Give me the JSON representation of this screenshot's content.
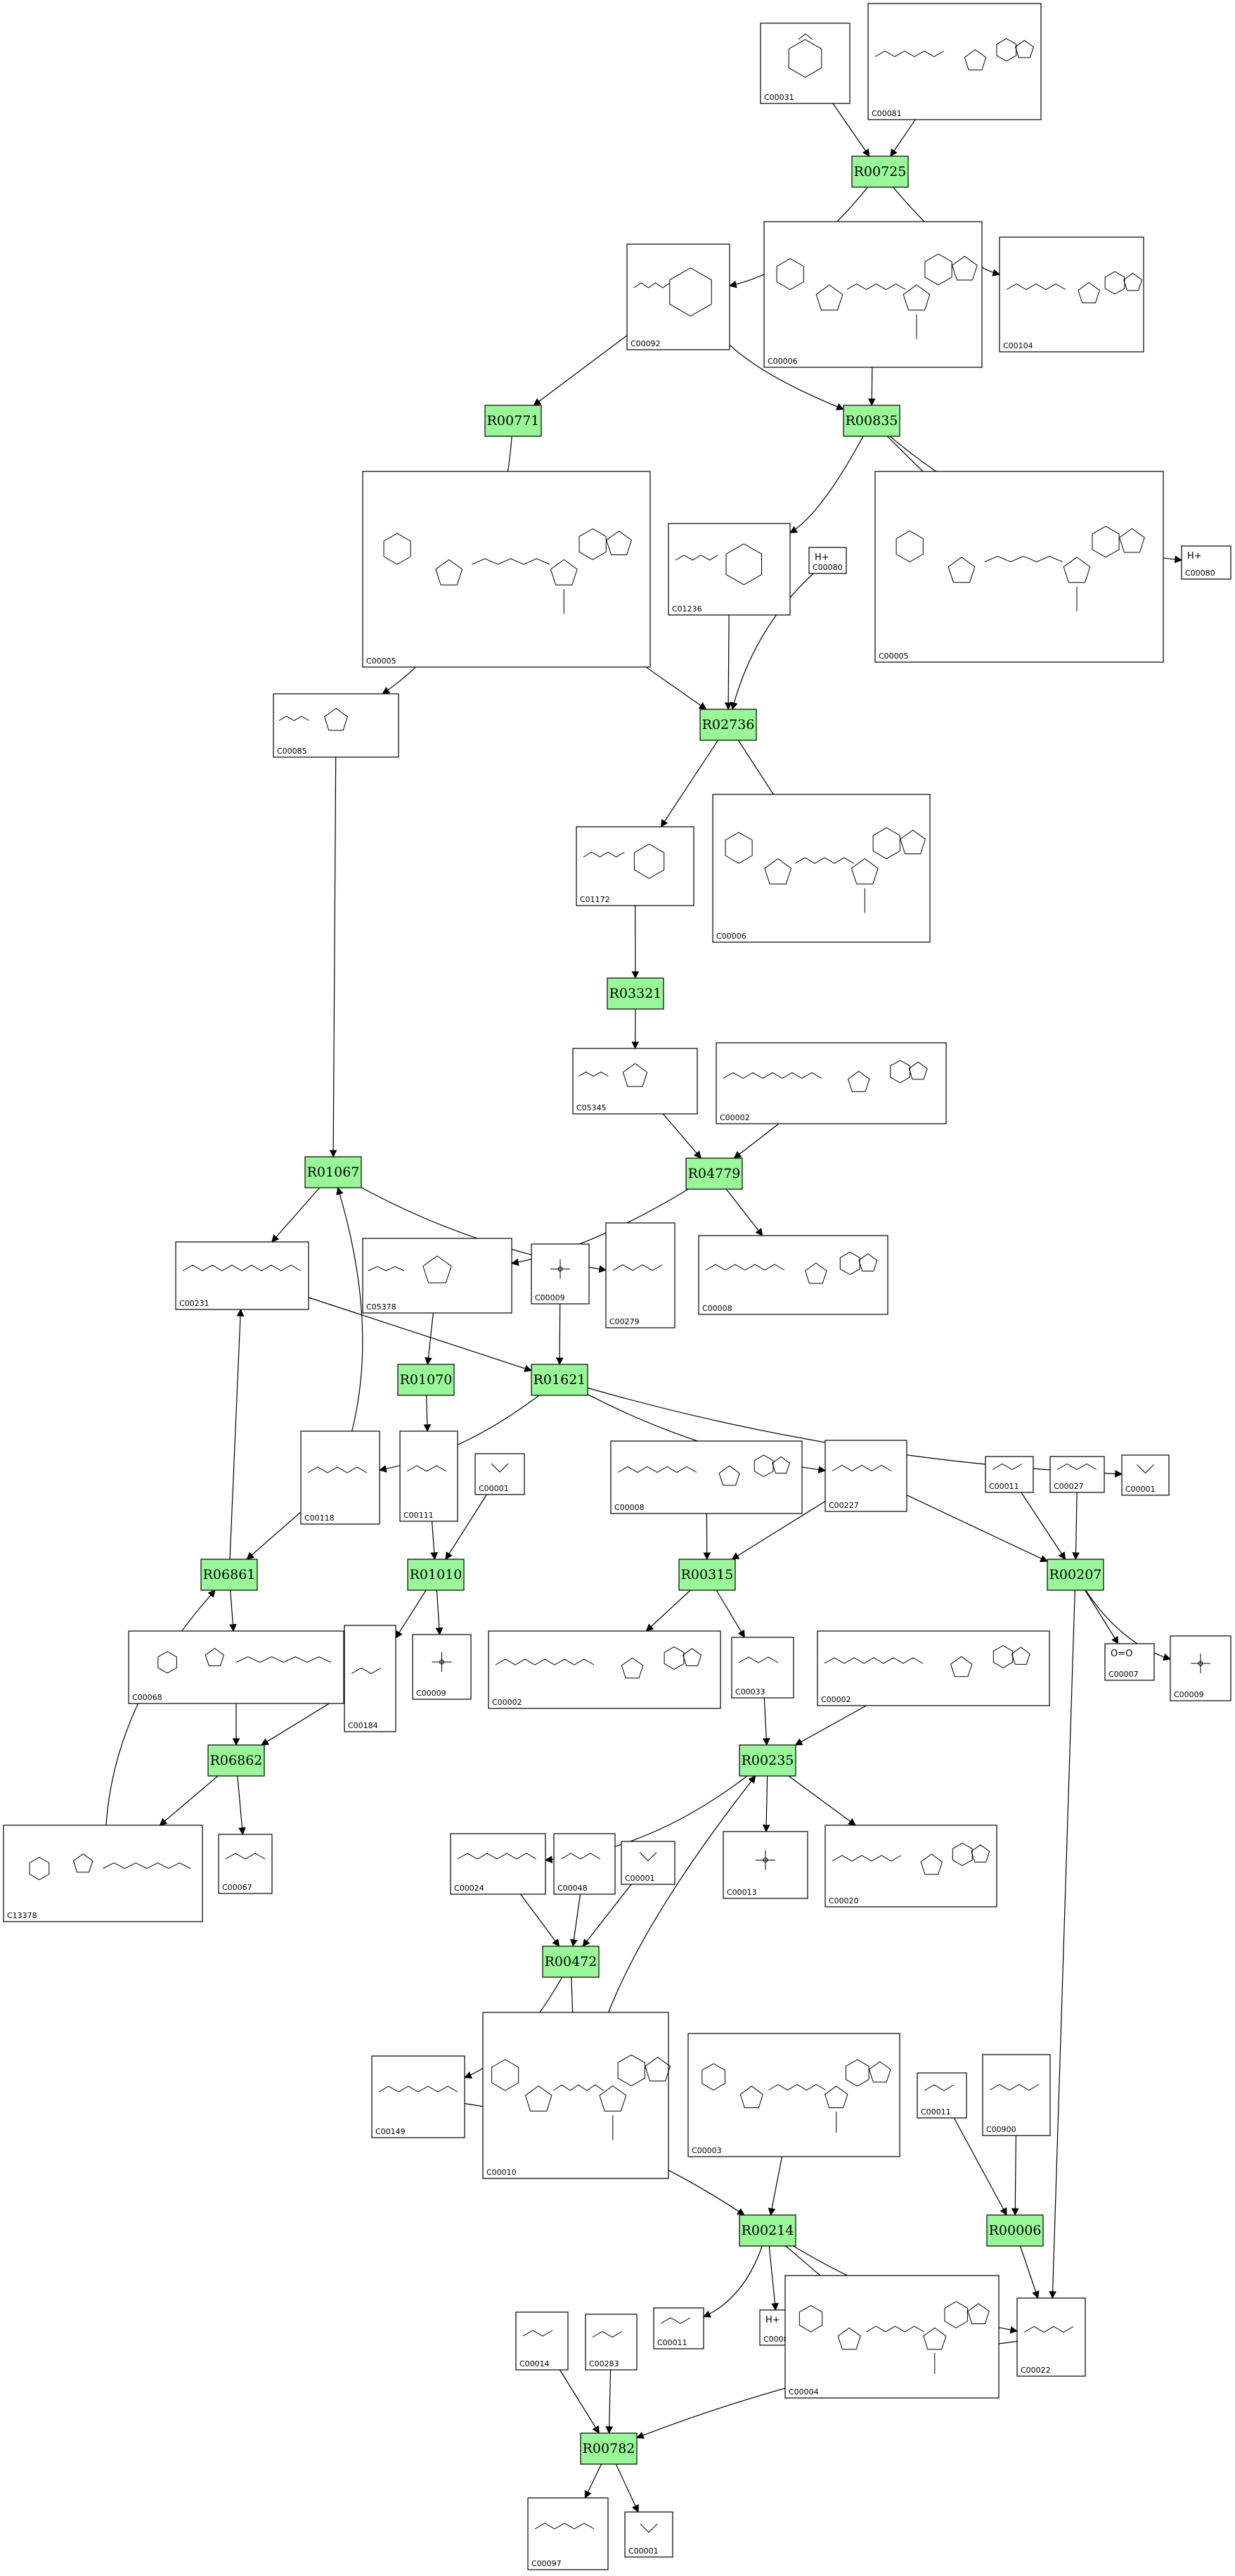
{
  "reactions": [
    {
      "id": "R00725"
    },
    {
      "id": "R00771"
    },
    {
      "id": "R00835"
    },
    {
      "id": "R02736"
    },
    {
      "id": "R03321"
    },
    {
      "id": "R01067"
    },
    {
      "id": "R04779"
    },
    {
      "id": "R01070"
    },
    {
      "id": "R01621"
    },
    {
      "id": "R06861"
    },
    {
      "id": "R01010"
    },
    {
      "id": "R00315"
    },
    {
      "id": "R00207"
    },
    {
      "id": "R06862"
    },
    {
      "id": "R00235"
    },
    {
      "id": "R00472"
    },
    {
      "id": "R00214"
    },
    {
      "id": "R00006"
    },
    {
      "id": "R00782"
    }
  ],
  "compounds": [
    {
      "key": "c00031_top",
      "id": "C00031"
    },
    {
      "key": "c00081_top",
      "id": "C00081"
    },
    {
      "key": "c00092",
      "id": "C00092"
    },
    {
      "key": "c00006_a",
      "id": "C00006"
    },
    {
      "key": "c00104",
      "id": "C00104"
    },
    {
      "key": "c00005_left",
      "id": "C00005"
    },
    {
      "key": "c01236",
      "id": "C01236"
    },
    {
      "key": "c00080_a",
      "id": "C00080",
      "formula": "H+"
    },
    {
      "key": "c00005_right",
      "id": "C00005"
    },
    {
      "key": "c00080_b",
      "id": "C00080",
      "formula": "H+"
    },
    {
      "key": "c00085",
      "id": "C00085"
    },
    {
      "key": "c01172",
      "id": "C01172"
    },
    {
      "key": "c00006_b",
      "id": "C00006"
    },
    {
      "key": "c05345",
      "id": "C05345"
    },
    {
      "key": "c00002_a",
      "id": "C00002"
    },
    {
      "key": "c00231",
      "id": "C00231"
    },
    {
      "key": "c05378",
      "id": "C05378"
    },
    {
      "key": "c00009_a",
      "id": "C00009"
    },
    {
      "key": "c00279",
      "id": "C00279"
    },
    {
      "key": "c00008_a",
      "id": "C00008"
    },
    {
      "key": "c00118",
      "id": "C00118"
    },
    {
      "key": "c00111",
      "id": "C00111"
    },
    {
      "key": "c00001_a",
      "id": "C00001"
    },
    {
      "key": "c00008_b",
      "id": "C00008"
    },
    {
      "key": "c00227",
      "id": "C00227"
    },
    {
      "key": "c00011_a",
      "id": "C00011"
    },
    {
      "key": "c00027",
      "id": "C00027"
    },
    {
      "key": "c00001_b",
      "id": "C00001"
    },
    {
      "key": "c00068",
      "id": "C00068"
    },
    {
      "key": "c00184",
      "id": "C00184"
    },
    {
      "key": "c00009_b",
      "id": "C00009"
    },
    {
      "key": "c00002_b",
      "id": "C00002"
    },
    {
      "key": "c00033",
      "id": "C00033"
    },
    {
      "key": "c00002_c",
      "id": "C00002"
    },
    {
      "key": "c00007",
      "id": "C00007",
      "formula": "O=O"
    },
    {
      "key": "c00009_c",
      "id": "C00009"
    },
    {
      "key": "c13378",
      "id": "C13378"
    },
    {
      "key": "c00067",
      "id": "C00067"
    },
    {
      "key": "c00024",
      "id": "C00024"
    },
    {
      "key": "c00048",
      "id": "C00048"
    },
    {
      "key": "c00001_c",
      "id": "C00001"
    },
    {
      "key": "c00013",
      "id": "C00013"
    },
    {
      "key": "c00020",
      "id": "C00020"
    },
    {
      "key": "c00149",
      "id": "C00149"
    },
    {
      "key": "c00010",
      "id": "C00010"
    },
    {
      "key": "c00003",
      "id": "C00003"
    },
    {
      "key": "c00011_b",
      "id": "C00011"
    },
    {
      "key": "c00900",
      "id": "C00900"
    },
    {
      "key": "c00011_c",
      "id": "C00011"
    },
    {
      "key": "c00080_c",
      "id": "C00080",
      "formula": "H+"
    },
    {
      "key": "c00004",
      "id": "C00004"
    },
    {
      "key": "c00022",
      "id": "C00022"
    },
    {
      "key": "c00014",
      "id": "C00014"
    },
    {
      "key": "c00283",
      "id": "C00283"
    },
    {
      "key": "c00097",
      "id": "C00097"
    },
    {
      "key": "c00001_d",
      "id": "C00001"
    }
  ],
  "colors": {
    "reaction_fill": "#98f898",
    "stroke": "#000000",
    "background": "#ffffff"
  }
}
